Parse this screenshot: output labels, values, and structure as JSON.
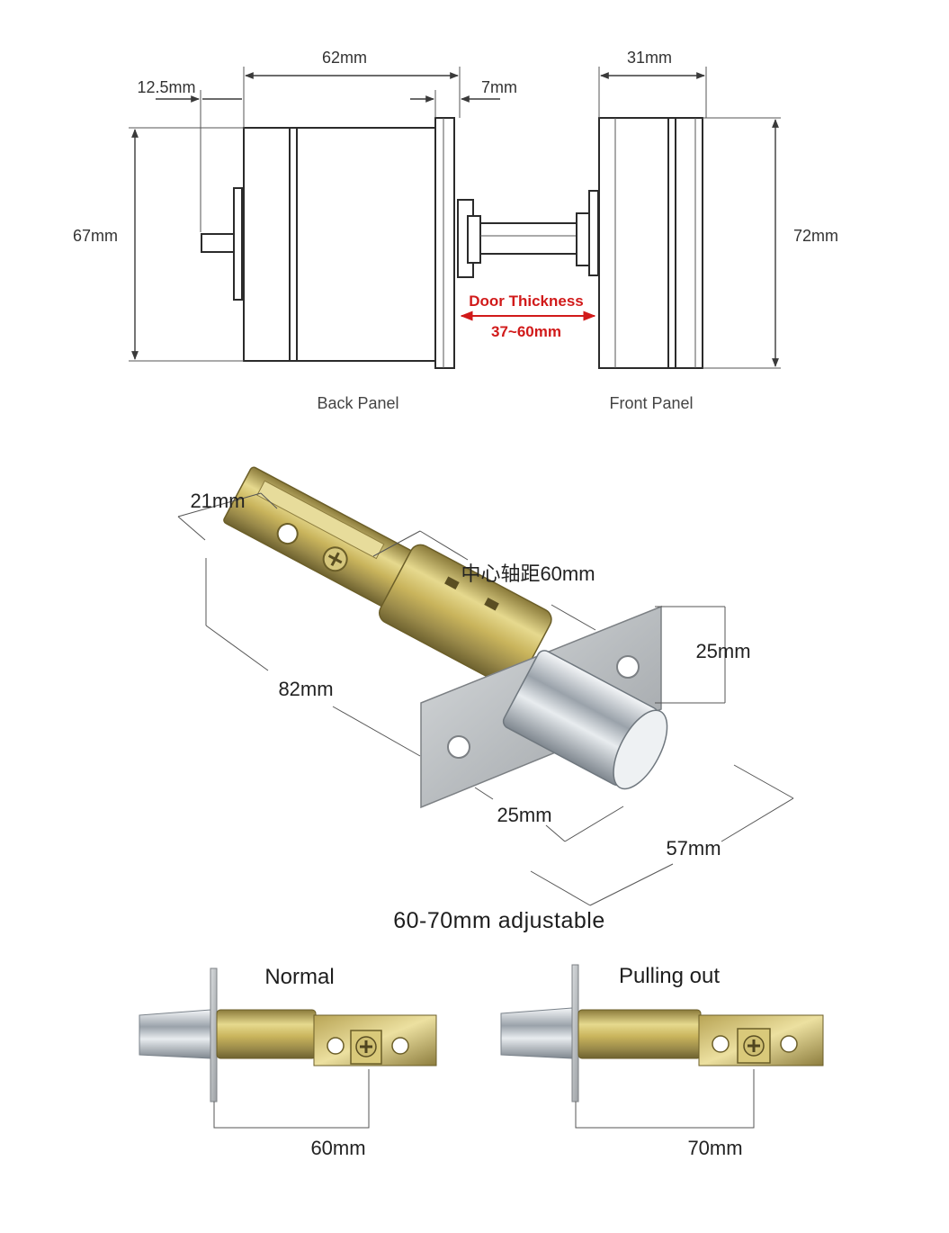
{
  "drawing": {
    "back_panel_label": "Back Panel",
    "front_panel_label": "Front Panel",
    "dims": {
      "spindle_offset": "12.5mm",
      "back_depth": "62mm",
      "back_rim": "7mm",
      "front_depth": "31mm",
      "back_height": "67mm",
      "front_height": "72mm"
    },
    "door_thickness_label": "Door Thickness",
    "door_thickness_range": "37~60mm",
    "accent_color": "#d11a1a"
  },
  "latch": {
    "dims": {
      "width": "21mm",
      "backset": "中心轴距60mm",
      "faceplate_height": "25mm",
      "length": "82mm",
      "faceplate_width": "25mm",
      "bolt_length": "57mm"
    },
    "adjustable_note": "60-70mm adjustable"
  },
  "comparison": {
    "normal": {
      "label": "Normal",
      "measure": "60mm"
    },
    "pulling": {
      "label": "Pulling out",
      "measure": "70mm"
    }
  }
}
